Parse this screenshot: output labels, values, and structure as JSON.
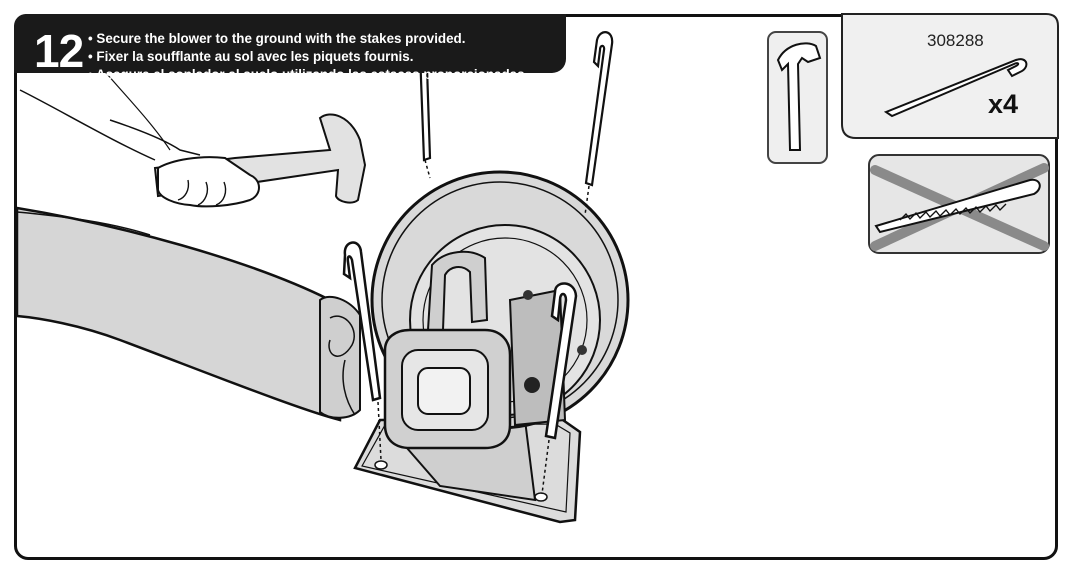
{
  "step": {
    "number": "12",
    "instructions": {
      "en": "• Secure the blower to the ground with the stakes provided.",
      "fr": "• Fixer la soufflante au sol avec les piquets fournis.",
      "es": "• Asegure el soplador al suelo utilizando las estacas proporcionadas."
    }
  },
  "parts": {
    "part_number": "308288",
    "quantity": "x4"
  },
  "icons": {
    "tool": "hammer-icon",
    "part": "stake-icon",
    "not_to_use": "serrated-stake-crossed-icon"
  },
  "colors": {
    "header_bg": "#1a1a1a",
    "header_text": "#ffffff",
    "part_panel_bg": "#f0f0f0",
    "illustration_fill": "#d9d9d9",
    "outline": "#111111"
  }
}
